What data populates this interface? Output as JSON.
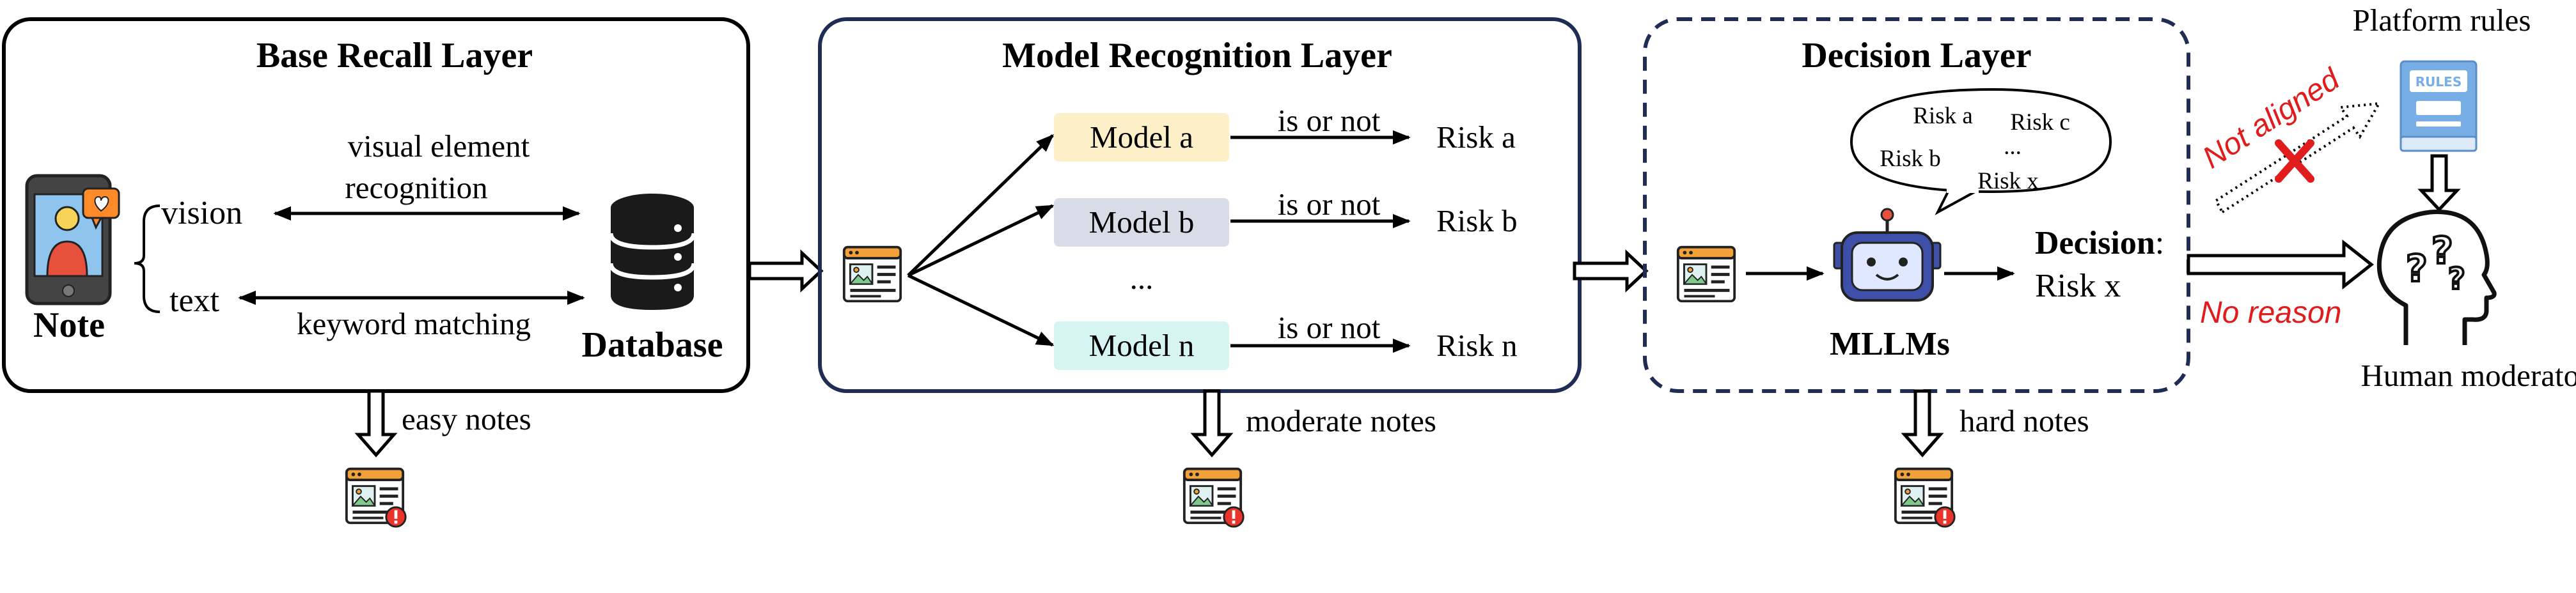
{
  "layers": {
    "base_recall": {
      "title": "Base Recall Layer",
      "note_label": "Note",
      "vision_label": "vision",
      "text_label": "text",
      "vision_edge_line1": "visual element",
      "vision_edge_line2": "recognition",
      "text_edge": "keyword matching",
      "database_label": "Database",
      "output_label": "easy notes"
    },
    "model_recognition": {
      "title": "Model Recognition Layer",
      "models": [
        {
          "label": "Model a",
          "edge": "is or not",
          "risk": "Risk a",
          "color": "#fdf0c8"
        },
        {
          "label": "Model b",
          "edge": "is or not",
          "risk": "Risk b",
          "color": "#d8dce6"
        },
        {
          "label": "Model n",
          "edge": "is or not",
          "risk": "Risk n",
          "color": "#d6f4f1"
        }
      ],
      "ellipsis": "...",
      "output_label": "moderate notes"
    },
    "decision": {
      "title": "Decision Layer",
      "bubble_risks": [
        "Risk a",
        "Risk c",
        "Risk b",
        "Risk x"
      ],
      "bubble_ellipsis": "...",
      "mllm_label": "MLLMs",
      "decision_label": "Decision",
      "decision_colon": ":",
      "decision_value": "Risk x",
      "output_label": "hard notes"
    }
  },
  "platform": {
    "rules_label": "Platform rules",
    "rules_icon_text": "RULES",
    "not_aligned": "Not aligned",
    "no_reason": "No reason",
    "moderators_label": "Human moderators"
  },
  "colors": {
    "accent_red": "#e01c1c",
    "dashed_border": "#1f2d55",
    "robot_body": "#3d4fa6",
    "icon_orange": "#f2a03a",
    "icon_blue": "#78aee6"
  }
}
